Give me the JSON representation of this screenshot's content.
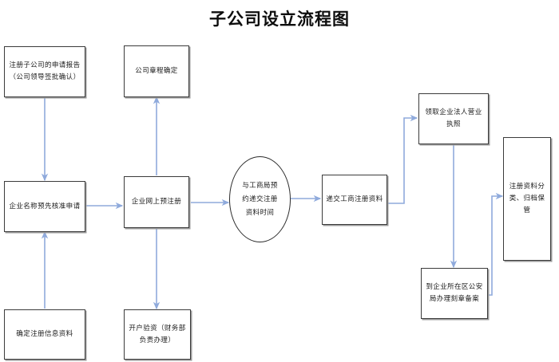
{
  "diagram": {
    "title": "子公司设立流程图",
    "accent_color": "#8faadc",
    "node_border_color": "#3b3b3b",
    "background_color": "#ffffff",
    "nodes": [
      {
        "id": "apply-report",
        "label": "注册子公司的申请报告（公司领导签批确认）",
        "shape": "rect"
      },
      {
        "id": "articles-confirm",
        "label": "公司章程确定",
        "shape": "rect"
      },
      {
        "id": "name-precheck",
        "label": "企业名称预先核准申请",
        "shape": "rect"
      },
      {
        "id": "online-preregister",
        "label": "企业网上预注册",
        "shape": "rect"
      },
      {
        "id": "book-appointment",
        "label": "与工商局预约递交注册资料时间",
        "shape": "ellipse"
      },
      {
        "id": "submit-materials",
        "label": "递交工商注册资料",
        "shape": "rect"
      },
      {
        "id": "get-license",
        "label": "领取企业法人营业执照",
        "shape": "rect"
      },
      {
        "id": "seal-filing",
        "label": "到企业所在区公安局办理刻章备案",
        "shape": "rect"
      },
      {
        "id": "archive-materials",
        "label": "注册资料分类、归档保管",
        "shape": "rect"
      },
      {
        "id": "confirm-info",
        "label": "确定注册信息资料",
        "shape": "rect"
      },
      {
        "id": "open-account",
        "label": "开户验资（财务部负责办理）",
        "shape": "rect"
      }
    ],
    "edges": [
      {
        "from": "apply-report",
        "to": "name-precheck",
        "direction": "down"
      },
      {
        "from": "confirm-info",
        "to": "name-precheck",
        "direction": "up"
      },
      {
        "from": "name-precheck",
        "to": "online-preregister",
        "direction": "right"
      },
      {
        "from": "online-preregister",
        "to": "articles-confirm",
        "direction": "up"
      },
      {
        "from": "online-preregister",
        "to": "open-account",
        "direction": "down"
      },
      {
        "from": "online-preregister",
        "to": "book-appointment",
        "direction": "right"
      },
      {
        "from": "book-appointment",
        "to": "submit-materials",
        "direction": "right"
      },
      {
        "from": "submit-materials",
        "to": "get-license",
        "direction": "elbow-up-right"
      },
      {
        "from": "get-license",
        "to": "seal-filing",
        "direction": "down"
      },
      {
        "from": "seal-filing",
        "to": "archive-materials",
        "direction": "elbow-up-right"
      }
    ]
  }
}
